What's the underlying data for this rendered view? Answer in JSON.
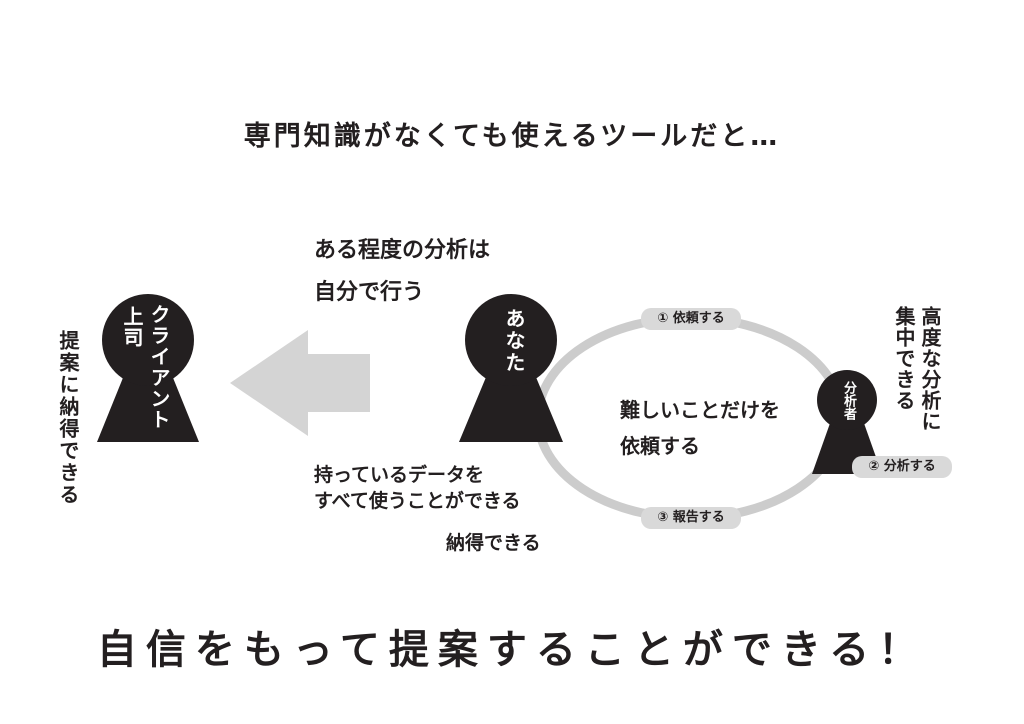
{
  "headline_top": "専門知識がなくても使えるツールだと…",
  "headline_bottom": "自信をもって提案することができる！",
  "left_side_text": "提案に納得できる",
  "client": {
    "line1": "クライアント",
    "line2": "上司"
  },
  "arrow_caption": {
    "line1": "ある程度の分析は",
    "line2": "自分で行う"
  },
  "you_label": "あなた",
  "below_you": {
    "line1": "持っているデータを",
    "line2": "すべて使うことができる",
    "line3": "納得できる"
  },
  "center_text": {
    "line1": "難しいことだけを",
    "line2": "依頼する"
  },
  "analyst": {
    "label": "分析者",
    "side_line1": "高度な分析に",
    "side_line2": "集中できる"
  },
  "steps": {
    "step1": "① 依頼する",
    "step2": "② 分析する",
    "step3": "③ 報告する"
  },
  "colors": {
    "figure": "#231f20",
    "arrow": "#d4d4d4",
    "loop": "#cccccc",
    "pill": "#d9d9d9"
  }
}
